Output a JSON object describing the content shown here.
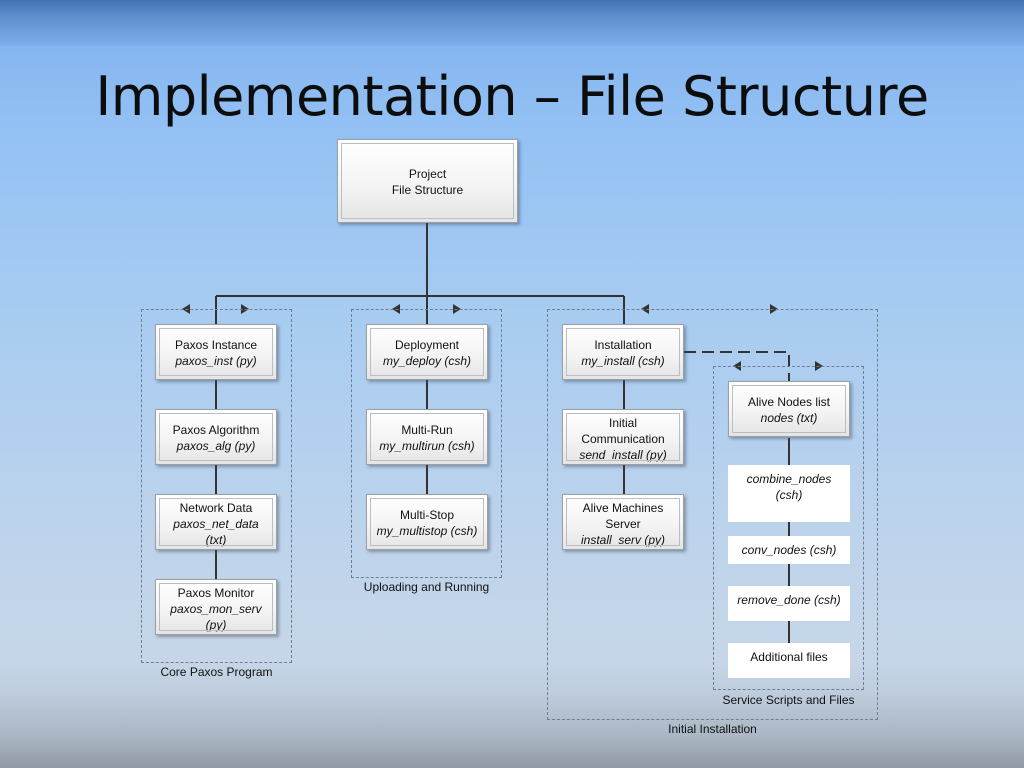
{
  "slide": {
    "title": "Implementation – File Structure"
  },
  "root": {
    "line1": "Project",
    "line2": "File Structure"
  },
  "groups": {
    "core": {
      "label": "Core Paxos Program",
      "boxes": [
        {
          "title": "Paxos Instance",
          "sub": "paxos_inst (py)"
        },
        {
          "title": "Paxos Algorithm",
          "sub": "paxos_alg (py)"
        },
        {
          "title": "Network Data",
          "sub": "paxos_net_data (txt)"
        },
        {
          "title": "Paxos Monitor",
          "sub": "paxos_mon_serv (py)"
        }
      ]
    },
    "upload": {
      "label": "Uploading and Running",
      "boxes": [
        {
          "title": "Deployment",
          "sub": "my_deploy (csh)"
        },
        {
          "title": "Multi-Run",
          "sub": "my_multirun (csh)"
        },
        {
          "title": "Multi-Stop",
          "sub": "my_multistop (csh)"
        }
      ]
    },
    "install": {
      "label": "Initial Installation",
      "boxes": [
        {
          "title": "Installation",
          "sub": "my_install (csh)"
        },
        {
          "title": "Initial Communication",
          "sub": "send_install (py)"
        },
        {
          "title": "Alive Machines Server",
          "sub": "install_serv (py)"
        }
      ]
    },
    "service": {
      "label": "Service Scripts and Files",
      "boxes": [
        {
          "title": "Alive Nodes list",
          "sub": "nodes (txt)"
        },
        {
          "title": "",
          "sub": "combine_nodes (csh)"
        },
        {
          "title": "",
          "sub": "conv_nodes (csh)"
        },
        {
          "title": "",
          "sub": "remove_done (csh)"
        },
        {
          "title": "Additional files",
          "sub": ""
        }
      ]
    }
  },
  "colors": {
    "line": "#333333",
    "dashed_border": "#6f7f93"
  }
}
